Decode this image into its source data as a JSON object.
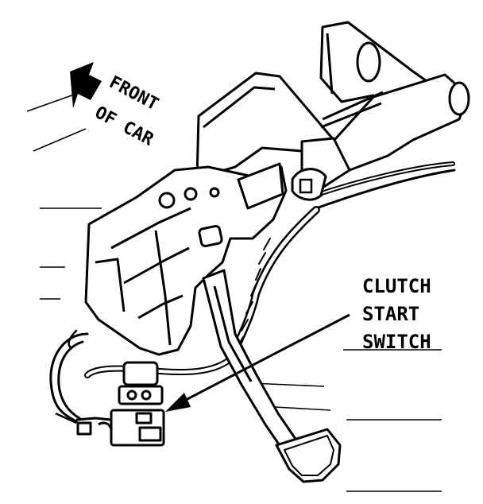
{
  "direction_label": {
    "line1": "FRONT",
    "line2": "OF CAR"
  },
  "callout": {
    "line1": "CLUTCH",
    "line2": "START",
    "line3": "SWITCH"
  },
  "colors": {
    "ink": "#000000",
    "paper": "#ffffff"
  }
}
